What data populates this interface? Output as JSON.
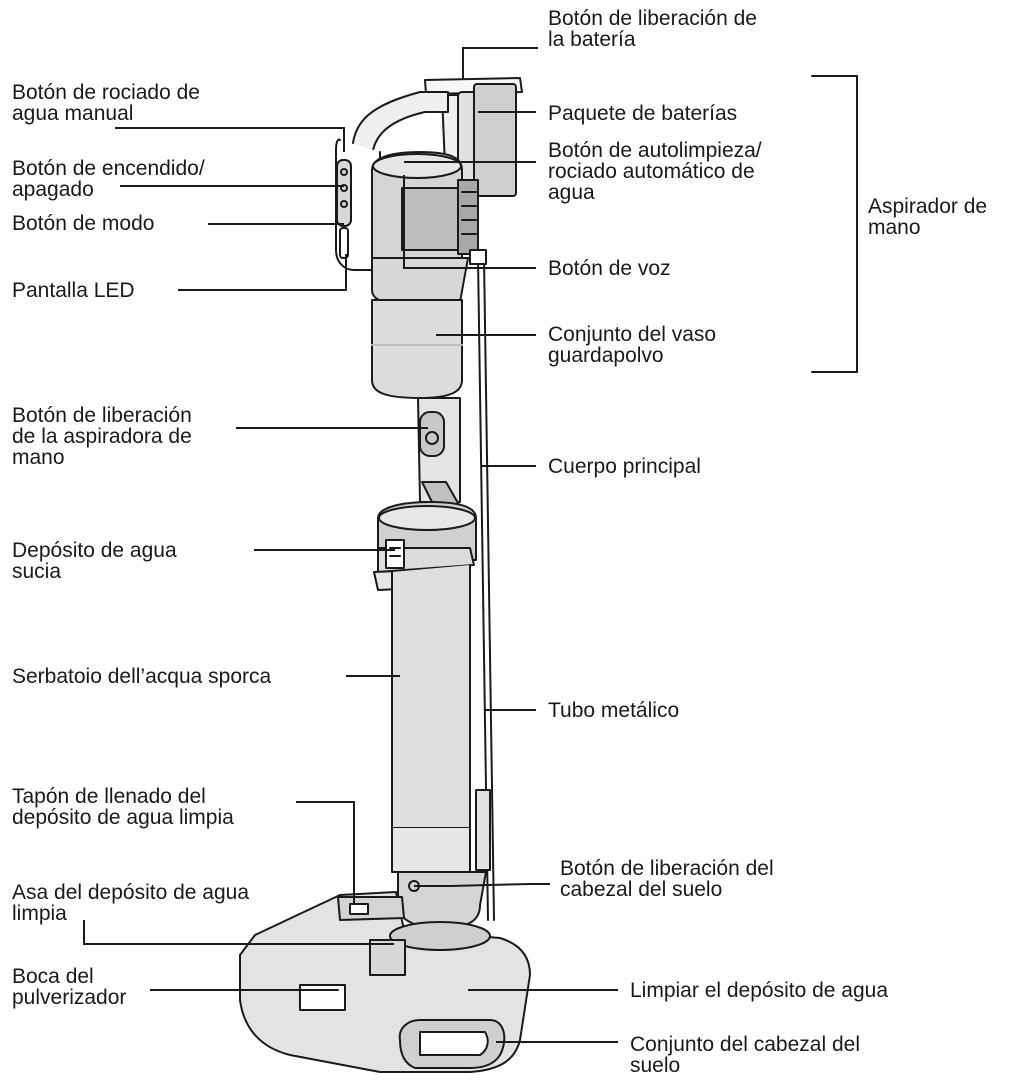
{
  "labels": {
    "battery_release": "Botón de liberación de\nla batería",
    "battery_pack": "Paquete de baterías",
    "self_clean": "Botón de autolimpieza/\nrociado automático de\nagua",
    "handheld_vacuum": "Aspirador de\nmano",
    "voice_button": "Botón de voz",
    "dust_cup": "Conjunto del vaso\nguardapolvo",
    "main_body": "Cuerpo principal",
    "metal_tube": "Tubo metálico",
    "floor_head_release": "Botón de liberación del\ncabezal del suelo",
    "clean_water_tank": "Limpiar el depósito de agua",
    "floor_head_assembly": "Conjunto del cabezal del\nsuelo",
    "manual_spray": "Botón de rociado de\nagua manual",
    "power": "Botón de encendido/\napagado",
    "mode": "Botón de modo",
    "led_display": "Pantalla LED",
    "handheld_release": "Botón de liberación\nde la aspiradora de\nmano",
    "dirty_tank": "Depósito de agua\nsucia",
    "dirty_tank_it": "Serbatoio dell’acqua sporca",
    "fill_cap": "Tapón de llenado del\ndepósito de agua limpia",
    "clean_tank_handle": "Asa del depósito de agua\nlimpia",
    "spray_nozzle": "Boca del\npulverizador"
  }
}
